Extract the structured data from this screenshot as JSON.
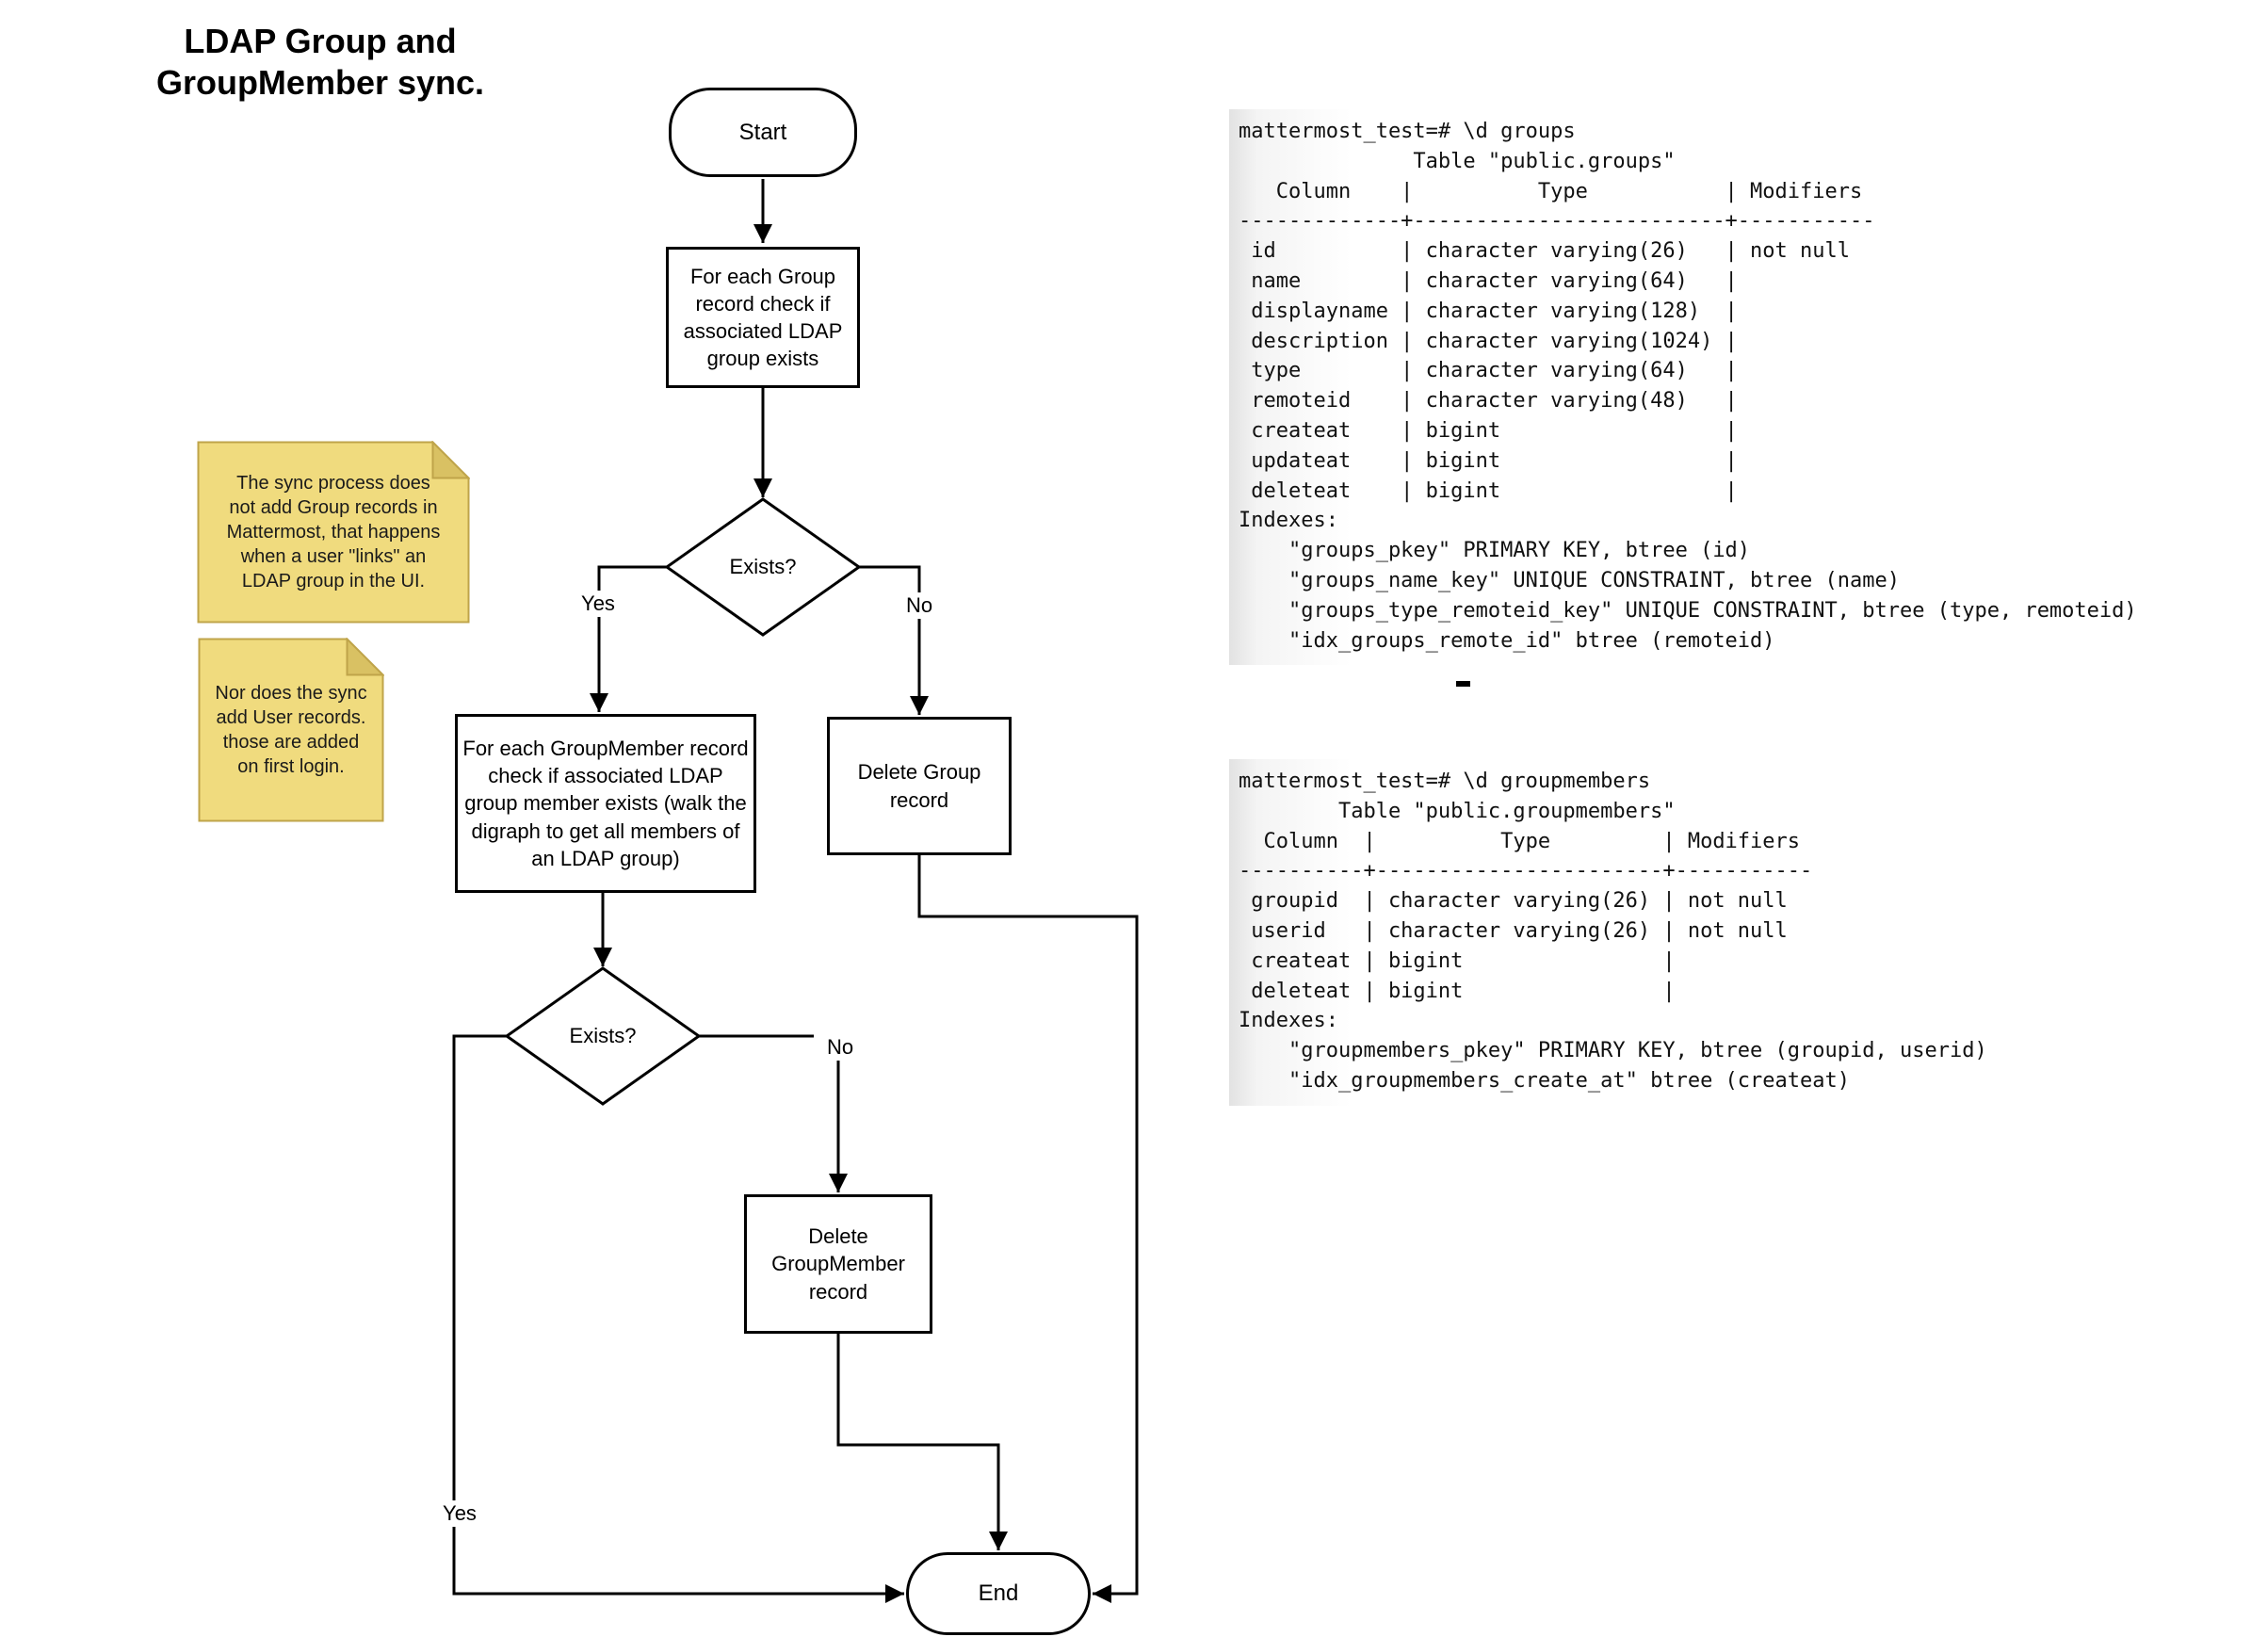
{
  "title": "LDAP Group and\nGroupMember sync.",
  "flowchart": {
    "start": "Start",
    "process1": "For each Group\nrecord check if\nassociated LDAP\ngroup exists",
    "decision1": "Exists?",
    "process2": "For each GroupMember record\ncheck if associated LDAP\ngroup member exists (walk the\ndigraph to get all members of\nan LDAP group)",
    "delete_group": "Delete Group\nrecord",
    "decision2": "Exists?",
    "delete_groupmember": "Delete\nGroupMember\nrecord",
    "end": "End",
    "labels": {
      "yes1": "Yes",
      "no1": "No",
      "yes2": "Yes",
      "no2": "No"
    }
  },
  "notes": [
    {
      "text": "The sync process does\nnot add Group records in\nMattermost, that happens\nwhen a user \"links\" an\nLDAP group in the UI."
    },
    {
      "text": "Nor does the sync\nadd User records.\nthose are added\non first login."
    }
  ],
  "terminals": [
    {
      "text": "mattermost_test=# \\d groups\n              Table \"public.groups\"\n   Column    |          Type           | Modifiers\n-------------+-------------------------+-----------\n id          | character varying(26)   | not null\n name        | character varying(64)   |\n displayname | character varying(128)  |\n description | character varying(1024) |\n type        | character varying(64)   |\n remoteid    | character varying(48)   |\n createat    | bigint                  |\n updateat    | bigint                  |\n deleteat    | bigint                  |\nIndexes:\n    \"groups_pkey\" PRIMARY KEY, btree (id)\n    \"groups_name_key\" UNIQUE CONSTRAINT, btree (name)\n    \"groups_type_remoteid_key\" UNIQUE CONSTRAINT, btree (type, remoteid)\n    \"idx_groups_remote_id\" btree (remoteid)"
    },
    {
      "text": "mattermost_test=# \\d groupmembers\n        Table \"public.groupmembers\"\n  Column  |          Type         | Modifiers\n----------+-----------------------+-----------\n groupid  | character varying(26) | not null\n userid   | character varying(26) | not null\n createat | bigint                |\n deleteat | bigint                |\nIndexes:\n    \"groupmembers_pkey\" PRIMARY KEY, btree (groupid, userid)\n    \"idx_groupmembers_create_at\" btree (createat)"
    }
  ],
  "colors": {
    "note_fill": "#F0DB7E",
    "note_fold": "#D9C163",
    "note_border": "#BFA44A",
    "stroke": "#000000"
  }
}
